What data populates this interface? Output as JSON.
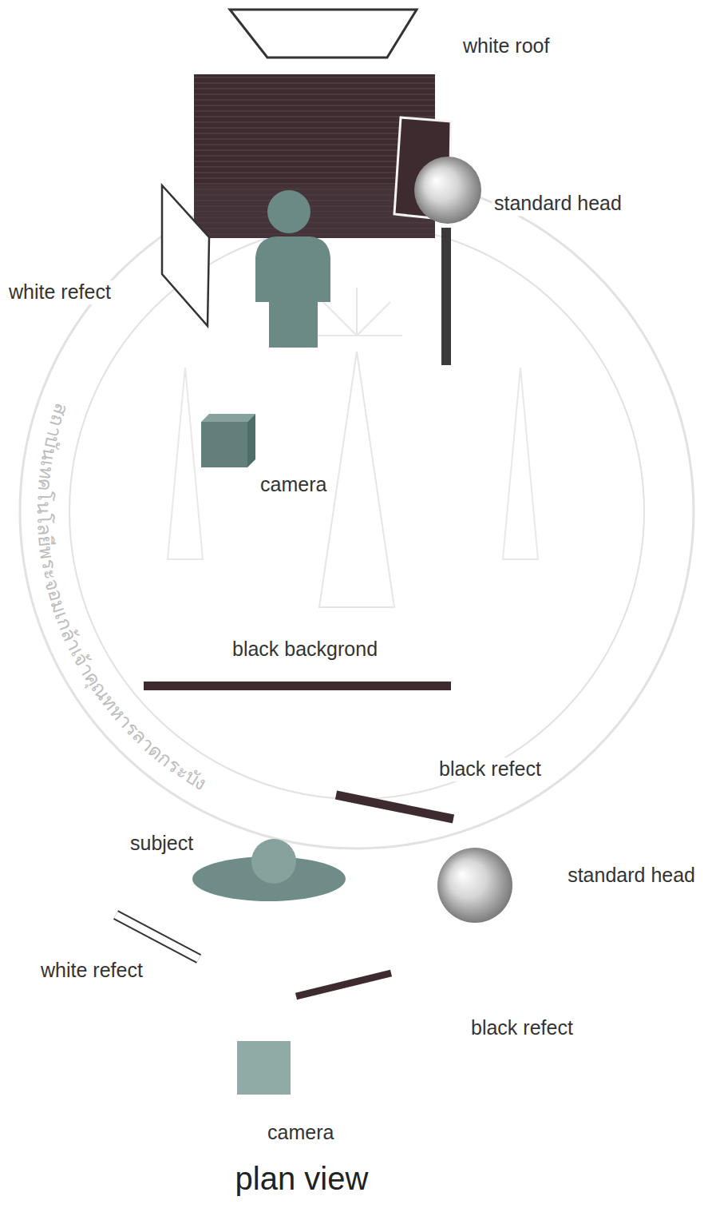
{
  "diagram": {
    "caption": "plan view",
    "labels": [
      "white roof",
      "standard head",
      "white refect",
      "camera",
      "black backgrond",
      "black refect",
      "subject",
      "standard head",
      "white refect",
      "black refect",
      "camera",
      "สถาบันเทคโนโลยีพระจอมเกล้าเจ้าคุณทหารลาดกระบัง"
    ]
  }
}
